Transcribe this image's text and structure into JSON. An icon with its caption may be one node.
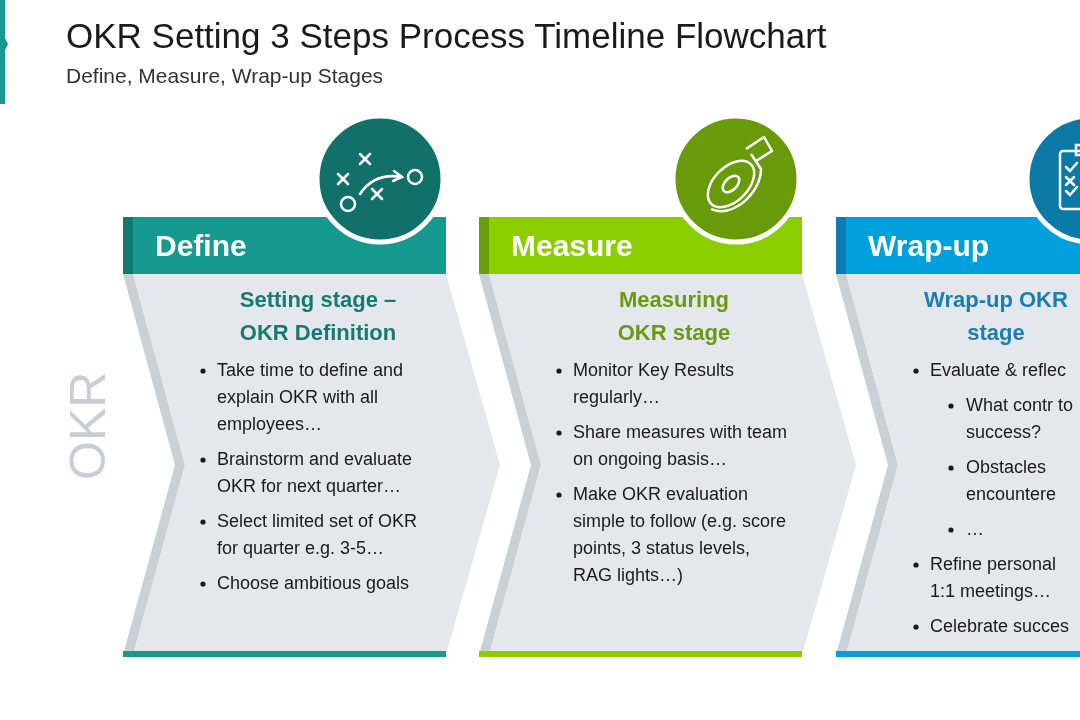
{
  "diagram": {
    "title": "OKR Setting 3 Steps Process Timeline Flowchart",
    "nodes": [
      {
        "text": [
          "Define",
          "Setting stage – OKR Definition",
          "Take time to define and explain OKR with all employees…",
          "Brainstorm and evaluate OKR for next quarter…",
          "Select limited set of OKR for quarter e.g. 3-5…",
          "Choose ambitious goals"
        ]
      },
      {
        "text": [
          "Measure",
          "Measuring OKR stage",
          "Monitor Key Results regularly…",
          "Share measures with team on ongoing basis…",
          "Make OKR evaluation simple to follow (e.g. score points, 3 status levels, RAG lights…)"
        ]
      },
      {
        "text": [
          "Wrap-up",
          "Wrap-up OKR stage",
          "Evaluate & reflec",
          "What contr to success?",
          "Obstacles encountere",
          "…",
          "Refine personal 1:1 meetings…",
          "Celebrate succes"
        ]
      }
    ],
    "labels": [
      "Define, Measure, Wrap-up Stages",
      "OKR"
    ]
  }
}
